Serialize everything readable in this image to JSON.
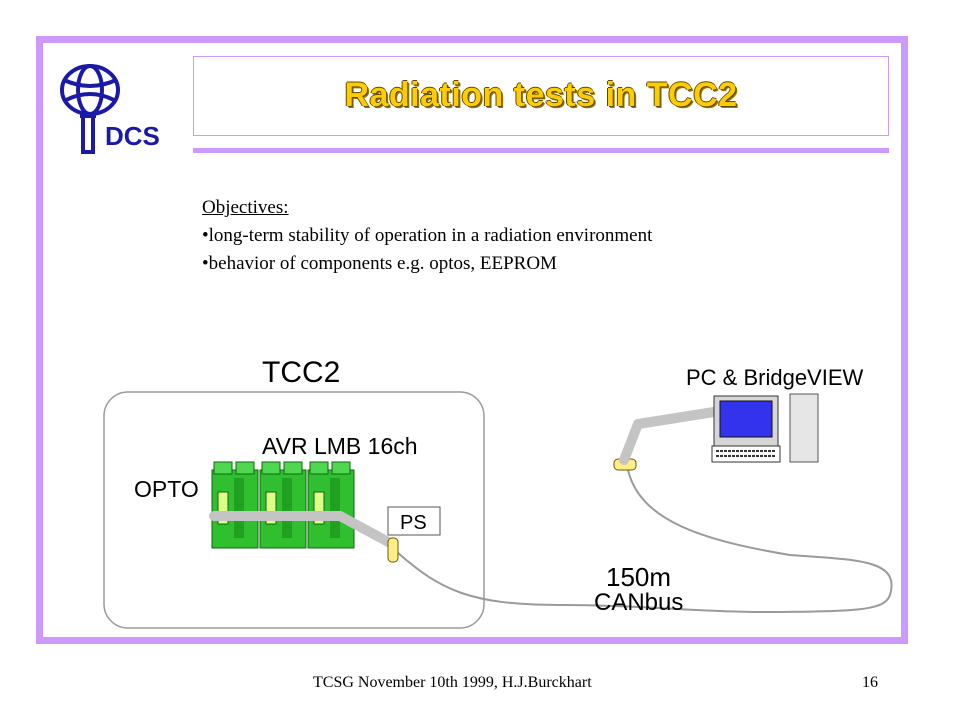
{
  "slide": {
    "title": "Radiation tests in TCC2",
    "logo_text": "DCS",
    "objectives": {
      "heading": "Objectives:",
      "bullets": [
        "•long-term stability of operation in a radiation environment",
        "•behavior of components e.g. optos, EEPROM"
      ]
    },
    "footer": {
      "left": "TCSG November 10th 1999,  H.J.Burckhart",
      "page_number": "16"
    }
  },
  "diagram": {
    "area_label": "TCC2",
    "module_label": "AVR  LMB 16ch",
    "opto_label": "OPTO",
    "ps_label": "PS",
    "pc_label": "PC & BridgeVIEW",
    "distance_label": "150m",
    "bus_label": "CANbus"
  },
  "colors": {
    "frame": "#cc99ff",
    "title": "#ffcc00",
    "logo": "#1a1aa6",
    "module_green": "#33cc33",
    "cable": "#b8b8b8",
    "connector": "#ffee88"
  }
}
